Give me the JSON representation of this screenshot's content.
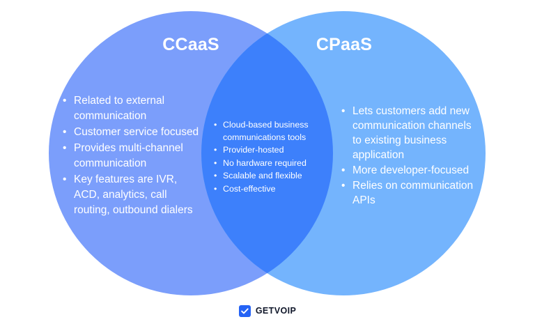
{
  "diagram": {
    "type": "venn",
    "colors": {
      "left_circle": "#7b9efb",
      "right_circle": "#74b4fd",
      "overlap": "#3d80fb",
      "background": "#ffffff",
      "text": "#ffffff",
      "brand_mark": "#2563f5",
      "brand_text": "#10172a"
    },
    "left": {
      "title": "CCaaS",
      "items": [
        "Related to external communication",
        "Customer service focused",
        "Provides multi-channel communication",
        "Key features are IVR, ACD, analytics, call routing, outbound dialers"
      ]
    },
    "right": {
      "title": "CPaaS",
      "items": [
        "Lets customers add new communication channels to existing business application",
        "More developer-focused",
        "Relies on communication APIs"
      ]
    },
    "shared": {
      "items": [
        "Cloud-based business communications tools",
        "Provider-hosted",
        "No hardware required",
        "Scalable and flexible",
        "Cost-effective"
      ]
    }
  },
  "footer": {
    "brand_name": "GETVOIP",
    "brand_icon": "check-badge-icon"
  }
}
